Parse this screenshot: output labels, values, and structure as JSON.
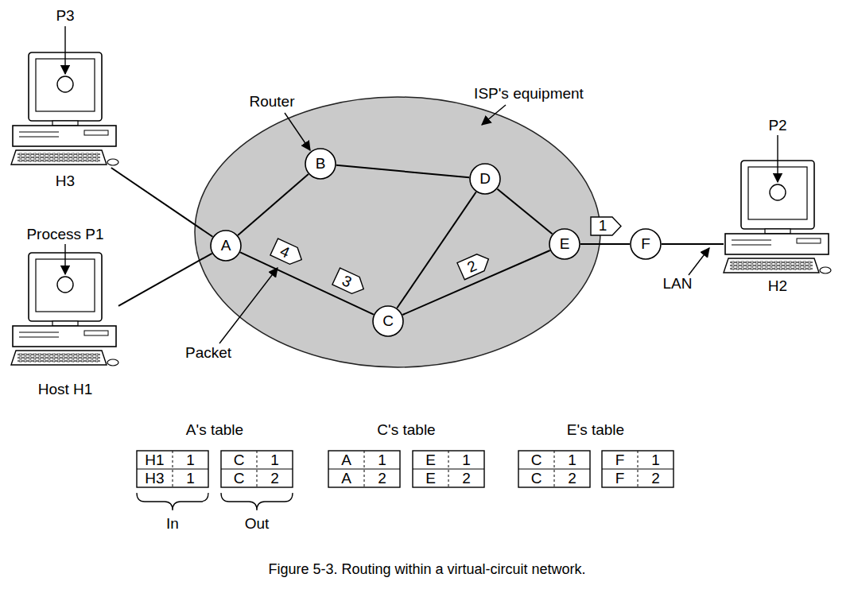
{
  "diagram": {
    "caption": "Figure 5-3. Routing within a virtual-circuit network.",
    "nodes": [
      {
        "text": [
          "P3",
          "H3"
        ]
      },
      {
        "text": [
          "B"
        ]
      },
      {
        "text": [
          "D"
        ]
      },
      {
        "text": [
          "Process P1",
          "Host H1"
        ]
      },
      {
        "text": [
          "A"
        ]
      },
      {
        "text": [
          "4"
        ]
      },
      {
        "text": [
          "1"
        ]
      },
      {
        "text": [
          "E"
        ]
      },
      {
        "text": [
          "F"
        ]
      },
      {
        "text": [
          "P2",
          "H2"
        ]
      },
      {
        "text": [
          "2"
        ]
      },
      {
        "text": [
          "3"
        ]
      },
      {
        "text": [
          "C"
        ]
      }
    ],
    "edges": [
      {
        "from": 0,
        "to": 4,
        "arrow": "none"
      },
      {
        "from": 3,
        "to": 4,
        "arrow": "none"
      },
      {
        "from": 4,
        "to": 1,
        "arrow": "none"
      },
      {
        "from": 4,
        "to": 12,
        "arrow": "none"
      },
      {
        "from": 1,
        "to": 2,
        "arrow": "none"
      },
      {
        "from": 2,
        "to": 12,
        "arrow": "none"
      },
      {
        "from": 2,
        "to": 7,
        "arrow": "none"
      },
      {
        "from": 12,
        "to": 7,
        "arrow": "none"
      },
      {
        "from": 7,
        "to": 8,
        "arrow": "none"
      },
      {
        "from": 8,
        "to": 9,
        "arrow": "none"
      }
    ],
    "labels": [
      "Router",
      "ISP's equipment",
      "Packet",
      "LAN",
      "A's table",
      "C's table",
      "E's table",
      "H1",
      "1",
      "H3",
      "1",
      "C",
      "1",
      "C",
      "2",
      "A",
      "1",
      "A",
      "2",
      "E",
      "1",
      "E",
      "2",
      "C",
      "1",
      "C",
      "2",
      "F",
      "1",
      "F",
      "2",
      "In",
      "Out"
    ]
  }
}
